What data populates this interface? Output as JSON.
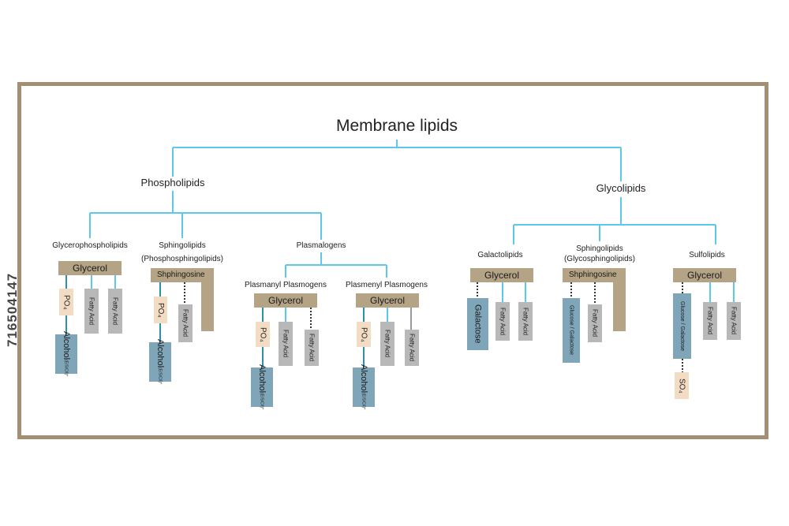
{
  "title": "Membrane lipids",
  "categories": {
    "phospholipids": "Phospholipids",
    "glycolipids": "Glycolipids"
  },
  "subcategories": {
    "glycerophospholipids": "Glycerophospholipids",
    "sphingolipids_p": "Sphingolipids",
    "sphingolipids_p_alt": "(Phosphosphingolipids)",
    "plasmalogens": "Plasmalogens",
    "plasmanyl": "Plasmanyl Plasmogens",
    "plasmenyl": "Plasmenyl Plasmogens",
    "galactolipids": "Galactolipids",
    "sphingolipids_g": "Sphingolipids",
    "sphingolipids_g_alt": "(Glycosphingolipids)",
    "sulfolipids": "Sulfolipids"
  },
  "components": {
    "glycerol": "Glycerol",
    "sphingosine": "Shphingosine",
    "po4": "PO₄",
    "fatty_acid": "Fatty Acid",
    "alcohol": "Alcohol",
    "alcohol_sub": "(E/S/C/I)*",
    "galactose": "Galactose",
    "glucose_galactose": "Glucose / Galactose",
    "so4": "SO₄"
  },
  "watermark": "716504147",
  "colors": {
    "frame": "#a38f73",
    "connector": "#5bc8ec",
    "alcohol_link": "#2e8fa8",
    "glycerol_box": "#b5a385",
    "po4_box": "#f3dcc4",
    "fatty_acid_box": "#b8b8b8",
    "sugar_box": "#7ea5b8"
  }
}
